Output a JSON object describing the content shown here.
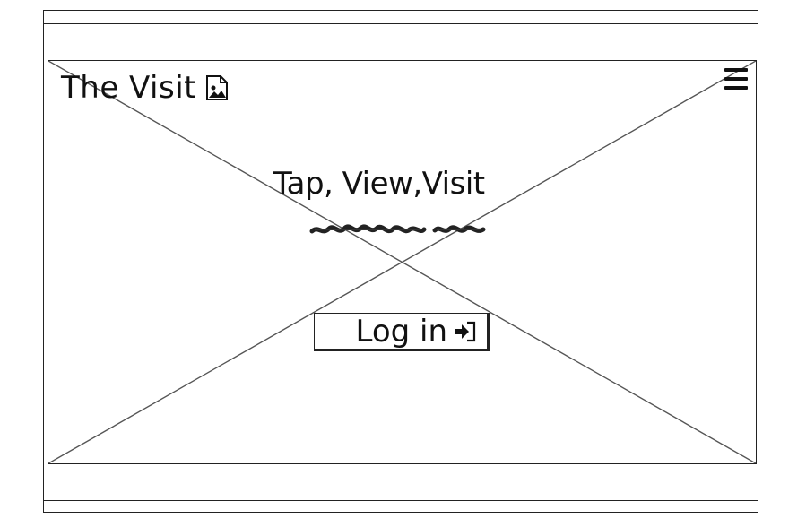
{
  "header": {
    "title": "The Visit",
    "title_icon": "image-icon",
    "menu_icon": "hamburger-menu-icon"
  },
  "hero": {
    "tagline": "Tap, View,Visit",
    "placeholder_image": "image-placeholder"
  },
  "login": {
    "label": "Log in",
    "icon": "sign-in-icon"
  }
}
